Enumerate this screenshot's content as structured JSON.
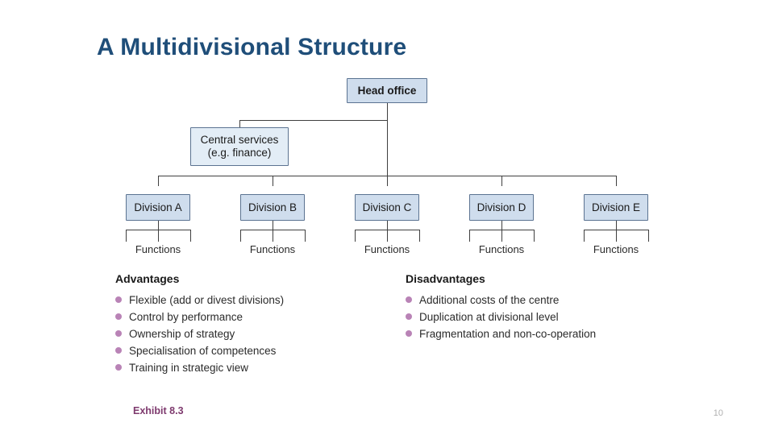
{
  "slide": {
    "title": "A Multidivisional Structure",
    "exhibit_label": "Exhibit 8.3",
    "page_number": "10",
    "accent_title_color": "#1f4e79",
    "accent_exhibit_color": "#7e3a6e",
    "node_fill_color": "#cfdded",
    "bullet_color": "#b983b6"
  },
  "diagram": {
    "head_office": "Head office",
    "central_services_line1": "Central services",
    "central_services_line2": "(e.g. finance)",
    "divisions": [
      {
        "label": "Division A",
        "functions_label": "Functions"
      },
      {
        "label": "Division B",
        "functions_label": "Functions"
      },
      {
        "label": "Division C",
        "functions_label": "Functions"
      },
      {
        "label": "Division D",
        "functions_label": "Functions"
      },
      {
        "label": "Division E",
        "functions_label": "Functions"
      }
    ]
  },
  "advantages": {
    "heading": "Advantages",
    "items": [
      "Flexible (add or divest divisions)",
      "Control by performance",
      "Ownership of strategy",
      "Specialisation of competences",
      "Training in strategic view"
    ]
  },
  "disadvantages": {
    "heading": "Disadvantages",
    "items": [
      "Additional costs of the centre",
      "Duplication at divisional level",
      "Fragmentation and non-co-operation"
    ]
  }
}
